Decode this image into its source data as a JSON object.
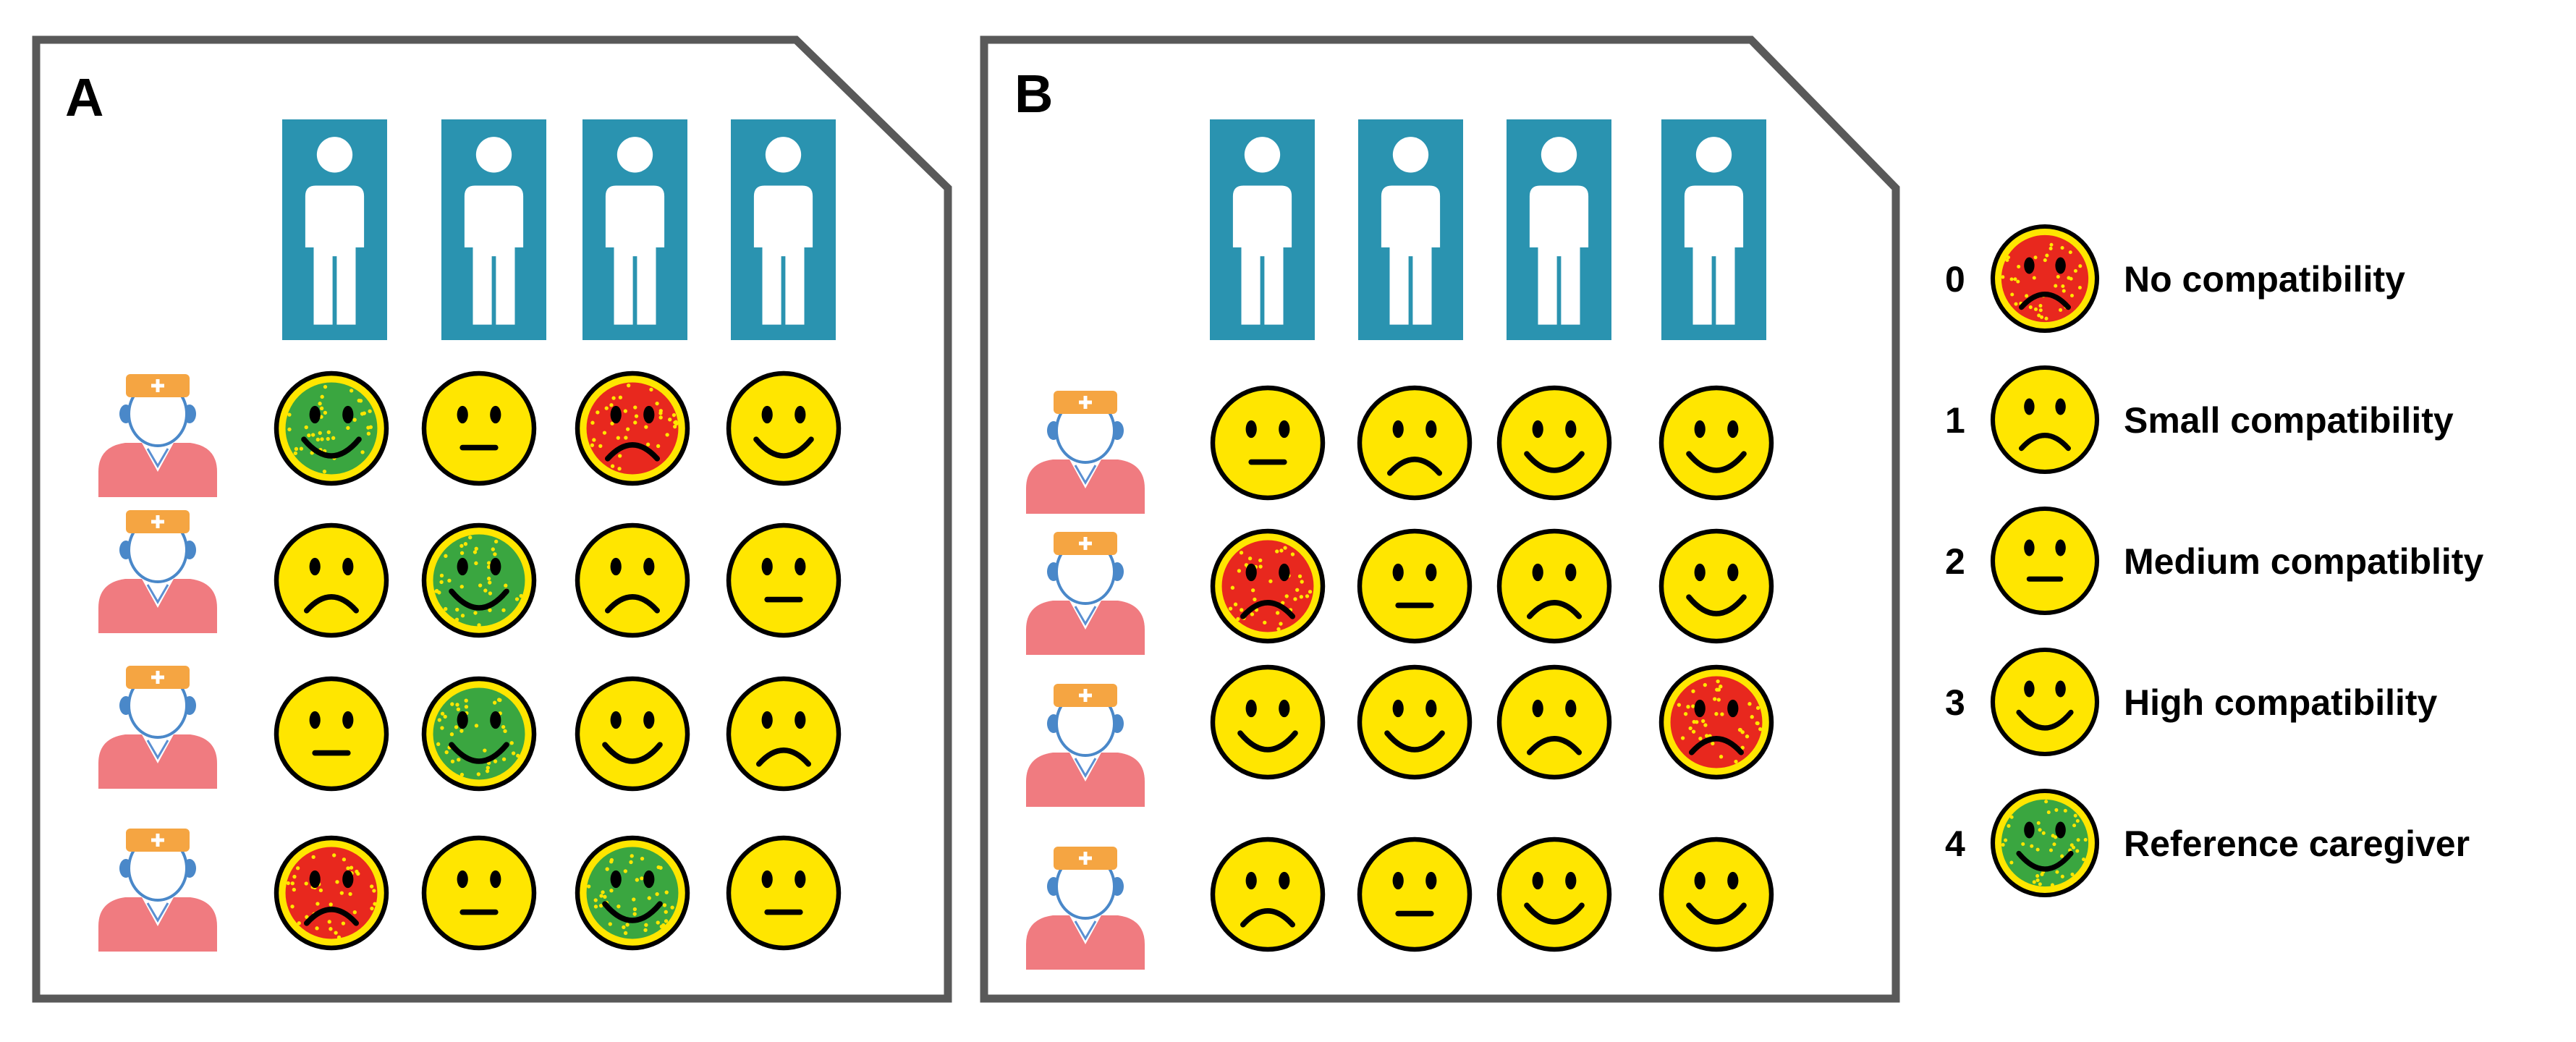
{
  "panels": [
    {
      "label": "A",
      "rows": [
        [
          4,
          2,
          0,
          3
        ],
        [
          1,
          4,
          1,
          2
        ],
        [
          2,
          4,
          3,
          1
        ],
        [
          0,
          2,
          4,
          2
        ]
      ]
    },
    {
      "label": "B",
      "rows": [
        [
          2,
          1,
          3,
          3
        ],
        [
          0,
          2,
          1,
          3
        ],
        [
          3,
          3,
          1,
          0
        ],
        [
          1,
          2,
          3,
          3
        ]
      ]
    }
  ],
  "legend": [
    {
      "level": "0",
      "label": "No compatibility",
      "face": "sad",
      "fill": "red"
    },
    {
      "level": "1",
      "label": "Small compatibility",
      "face": "sad",
      "fill": "yellow"
    },
    {
      "level": "2",
      "label": "Medium compatiblity",
      "face": "neutral",
      "fill": "yellow"
    },
    {
      "level": "3",
      "label": "High compatibility",
      "face": "happy",
      "fill": "yellow"
    },
    {
      "level": "4",
      "label": "Reference caregiver",
      "face": "happy",
      "fill": "green"
    }
  ],
  "colors": {
    "frame": "#595959",
    "patient_tile": "#2a93b0",
    "smiley_yellow": "#ffe600",
    "smiley_red": "#e8281e",
    "smiley_green": "#3aa640",
    "caregiver_body": "#f07b80",
    "caregiver_cap": "#f5a542"
  },
  "icons": {
    "patient": "patient-icon",
    "caregiver": "caregiver-icon",
    "smiley": "smiley-icon"
  }
}
